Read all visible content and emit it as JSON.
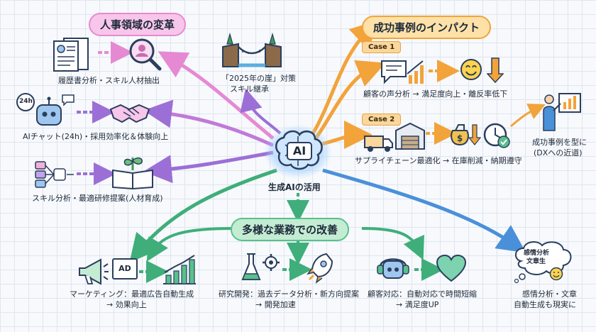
{
  "center": {
    "badge": "AI",
    "label": "生成AIの活用"
  },
  "banners": {
    "hr": "人事領域の変革",
    "impact": "成功事例のインパクト",
    "improvement": "多様な業務での改善"
  },
  "hr": {
    "resume": "履歴書分析・スキル人材抽出",
    "chat": "AIチャット(24h)・採用効率化＆体験向上",
    "chat_badge": "24h",
    "training": "スキル分析・最適研修提案(人材育成)"
  },
  "cliff": {
    "line1": "「2025年の崖」対策",
    "line2": "スキル継承"
  },
  "impact": {
    "case1": "Case 1",
    "case1_text": "顧客の声分析 → 満足度向上・離反率低下",
    "case2": "Case 2",
    "case2_text": "サプライチェーン最適化 → 在庫削減・納期遵守",
    "model_line1": "成功事例を型に",
    "model_line2": "(DXへの近道)"
  },
  "improvement": {
    "marketing_line1": "マーケティング：最適広告自動生成",
    "marketing_line2": "→ 効果向上",
    "marketing_badge": "AD",
    "rnd_line1": "研究開発：過去データ分析・新方向提案",
    "rnd_line2": "→ 開発加速",
    "support_line1": "顧客対応：自動対応で時間短縮",
    "support_line2": "→ 満足度UP"
  },
  "emotion": {
    "bubble_line1": "感情分析",
    "bubble_line2": "文章生",
    "line1": "感情分析・文章",
    "line2": "自動生成も現実に"
  },
  "colors": {
    "pink": "#e58ad2",
    "purple": "#9c6fd6",
    "orange": "#f2a33a",
    "green": "#58c08c",
    "blue": "#4a90d9",
    "navy": "#2a3e5e"
  }
}
